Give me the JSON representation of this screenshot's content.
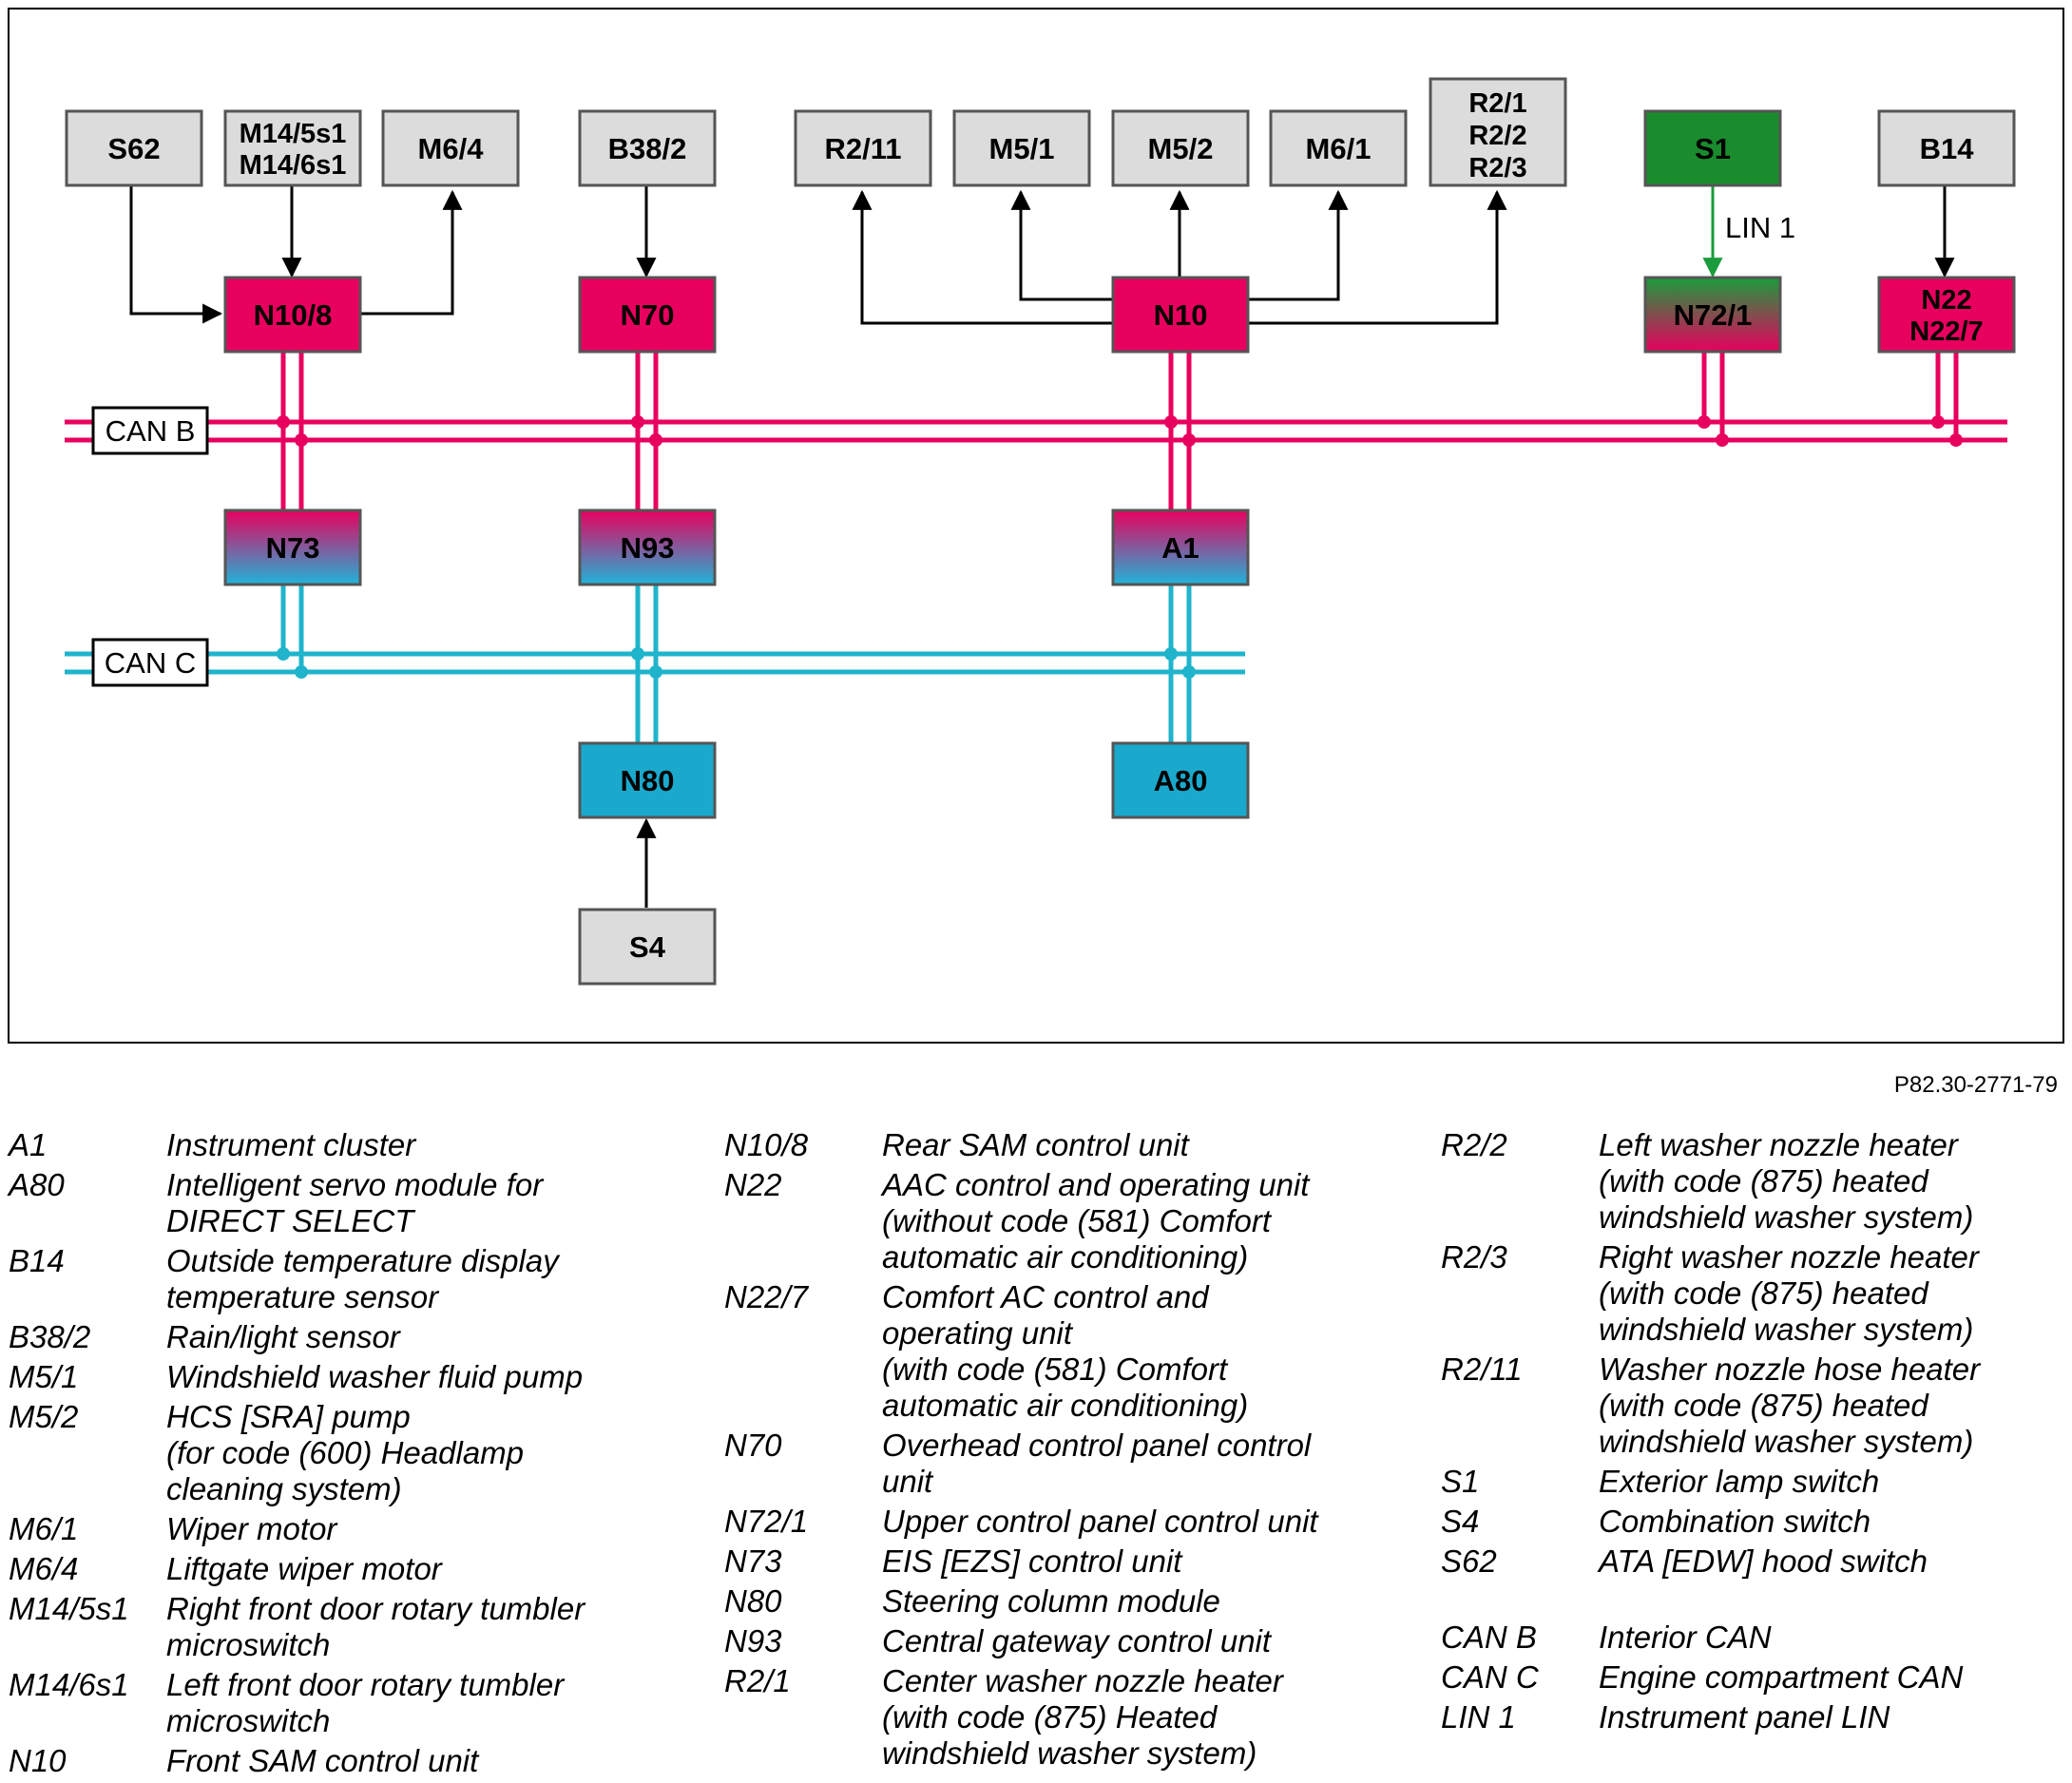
{
  "figure_ref": "P82.30-2771-79",
  "buses": {
    "can_b": "CAN B",
    "can_c": "CAN C",
    "lin": "LIN 1"
  },
  "colors": {
    "can_b": "#e8005e",
    "can_c": "#1fb4cc",
    "lin": "#1a9c3c",
    "module_can_b": "#e8005e",
    "module_can_c": "#1aa9cc",
    "component": "#dcdcdc",
    "switch_green": "#1a8c2e"
  },
  "nodes": {
    "S62": "S62",
    "M14_5s1": "M14/5s1",
    "M14_6s1": "M14/6s1",
    "M6_4": "M6/4",
    "B38_2": "B38/2",
    "R2_11": "R2/11",
    "M5_1": "M5/1",
    "M5_2": "M5/2",
    "M6_1": "M6/1",
    "R2_1": "R2/1",
    "R2_2": "R2/2",
    "R2_3": "R2/3",
    "S1": "S1",
    "B14": "B14",
    "N10_8": "N10/8",
    "N70": "N70",
    "N10": "N10",
    "N72_1": "N72/1",
    "N22": "N22",
    "N22_7": "N22/7",
    "N73": "N73",
    "N93": "N93",
    "A1": "A1",
    "N80": "N80",
    "A80": "A80",
    "S4": "S4"
  },
  "legend": {
    "col1": [
      {
        "code": "A1",
        "desc": "Instrument cluster"
      },
      {
        "code": "A80",
        "desc": "Intelligent servo module for\nDIRECT SELECT"
      },
      {
        "code": "B14",
        "desc": "Outside temperature display\ntemperature sensor"
      },
      {
        "code": "B38/2",
        "desc": "Rain/light sensor"
      },
      {
        "code": "M5/1",
        "desc": "Windshield washer fluid pump"
      },
      {
        "code": "M5/2",
        "desc": "HCS [SRA] pump\n(for code (600) Headlamp\ncleaning system)"
      },
      {
        "code": "M6/1",
        "desc": "Wiper motor"
      },
      {
        "code": "M6/4",
        "desc": "Liftgate wiper motor"
      },
      {
        "code": "M14/5s1",
        "desc": "Right front door rotary tumbler\nmicroswitch"
      },
      {
        "code": "M14/6s1",
        "desc": "Left front door rotary tumbler\nmicroswitch"
      },
      {
        "code": "N10",
        "desc": "Front SAM control unit"
      }
    ],
    "col2": [
      {
        "code": "N10/8",
        "desc": "Rear SAM control unit"
      },
      {
        "code": "N22",
        "desc": "AAC control and operating unit\n(without code (581) Comfort\nautomatic air conditioning)"
      },
      {
        "code": "N22/7",
        "desc": "Comfort AC control and\noperating unit\n(with code (581) Comfort\nautomatic air conditioning)"
      },
      {
        "code": "N70",
        "desc": "Overhead control panel control\nunit"
      },
      {
        "code": "N72/1",
        "desc": "Upper control panel control unit"
      },
      {
        "code": "N73",
        "desc": "EIS [EZS] control unit"
      },
      {
        "code": "N80",
        "desc": "Steering column module"
      },
      {
        "code": "N93",
        "desc": "Central gateway control unit"
      },
      {
        "code": "R2/1",
        "desc": "Center washer nozzle heater\n(with code (875) Heated\nwindshield washer system)"
      }
    ],
    "col3": [
      {
        "code": "R2/2",
        "desc": "Left washer nozzle heater\n(with code (875) heated\nwindshield washer system)"
      },
      {
        "code": "R2/3",
        "desc": "Right washer nozzle heater\n(with code (875) heated\nwindshield washer system)"
      },
      {
        "code": "R2/11",
        "desc": "Washer nozzle hose heater\n(with code (875) heated\nwindshield washer system)"
      },
      {
        "code": "S1",
        "desc": "Exterior lamp switch"
      },
      {
        "code": "S4",
        "desc": "Combination switch"
      },
      {
        "code": "S62",
        "desc": "ATA [EDW] hood switch"
      }
    ],
    "col3b": [
      {
        "code": "CAN B",
        "desc": "Interior CAN"
      },
      {
        "code": "CAN C",
        "desc": "Engine compartment CAN"
      },
      {
        "code": "LIN 1",
        "desc": "Instrument panel LIN"
      }
    ]
  }
}
